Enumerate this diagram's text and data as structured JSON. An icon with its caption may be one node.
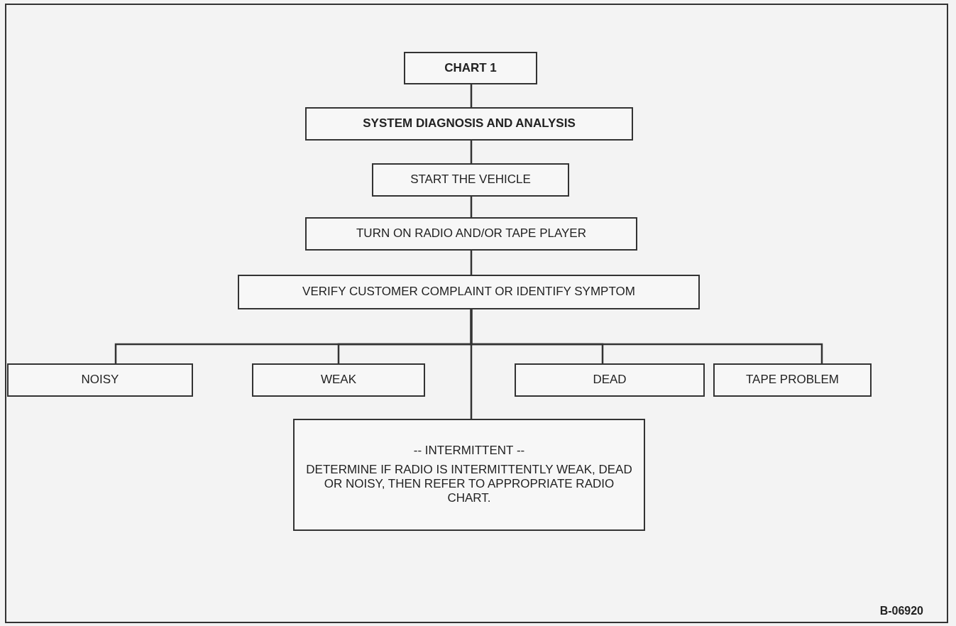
{
  "diagram": {
    "nodes": [
      {
        "text": [
          "CHART 1"
        ]
      },
      {
        "text": [
          "SYSTEM DIAGNOSIS AND ANALYSIS"
        ]
      },
      {
        "text": [
          "START THE VEHICLE"
        ]
      },
      {
        "text": [
          "TURN ON RADIO AND/OR TAPE PLAYER"
        ]
      },
      {
        "text": [
          "VERIFY CUSTOMER COMPLAINT OR IDENTIFY SYMPTOM"
        ]
      },
      {
        "text": [
          "NOISY"
        ]
      },
      {
        "text": [
          "WEAK"
        ]
      },
      {
        "text": [
          "DEAD"
        ]
      },
      {
        "text": [
          "TAPE PROBLEM"
        ]
      },
      {
        "text": [
          "-- INTERMITTENT --",
          "DETERMINE IF RADIO IS INTERMITTENTLY WEAK, DEAD OR NOISY, THEN REFER TO APPROPRIATE RADIO CHART."
        ]
      }
    ],
    "edges": [
      {
        "from": 0,
        "to": 1,
        "arrow": "none"
      },
      {
        "from": 1,
        "to": 2,
        "arrow": "none"
      },
      {
        "from": 2,
        "to": 3,
        "arrow": "none"
      },
      {
        "from": 3,
        "to": 4,
        "arrow": "none"
      },
      {
        "from": 4,
        "to": 5,
        "arrow": "none"
      },
      {
        "from": 4,
        "to": 6,
        "arrow": "none"
      },
      {
        "from": 4,
        "to": 7,
        "arrow": "none"
      },
      {
        "from": 4,
        "to": 8,
        "arrow": "none"
      },
      {
        "from": 4,
        "to": 9,
        "arrow": "none"
      }
    ],
    "labels": [
      "B-06920"
    ]
  }
}
